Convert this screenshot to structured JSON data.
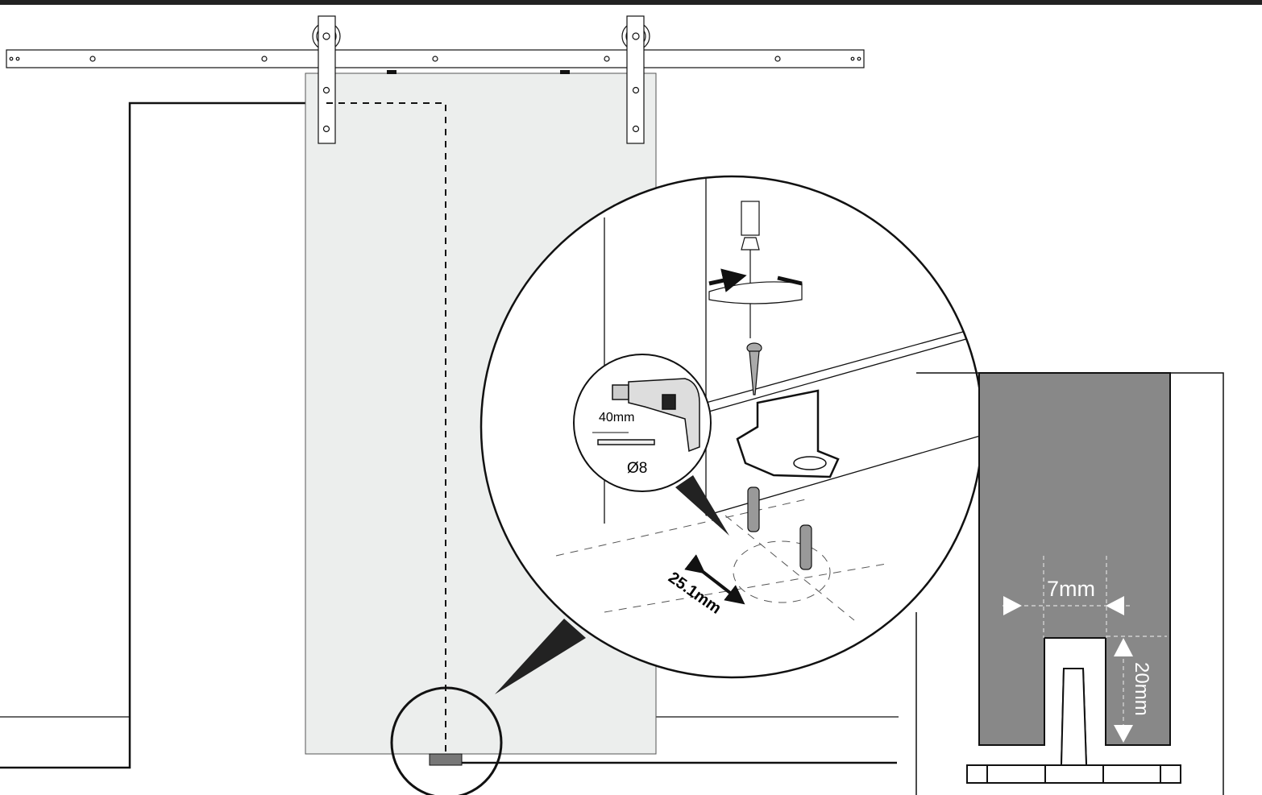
{
  "labels": {
    "drill_depth": "40mm",
    "drill_diameter": "Ø8",
    "offset": "25.1mm",
    "slot_width": "7mm",
    "slot_depth": "20mm"
  },
  "colors": {
    "door": "#eceeed",
    "guide_body": "#888888",
    "line": "#1a1a1a"
  }
}
